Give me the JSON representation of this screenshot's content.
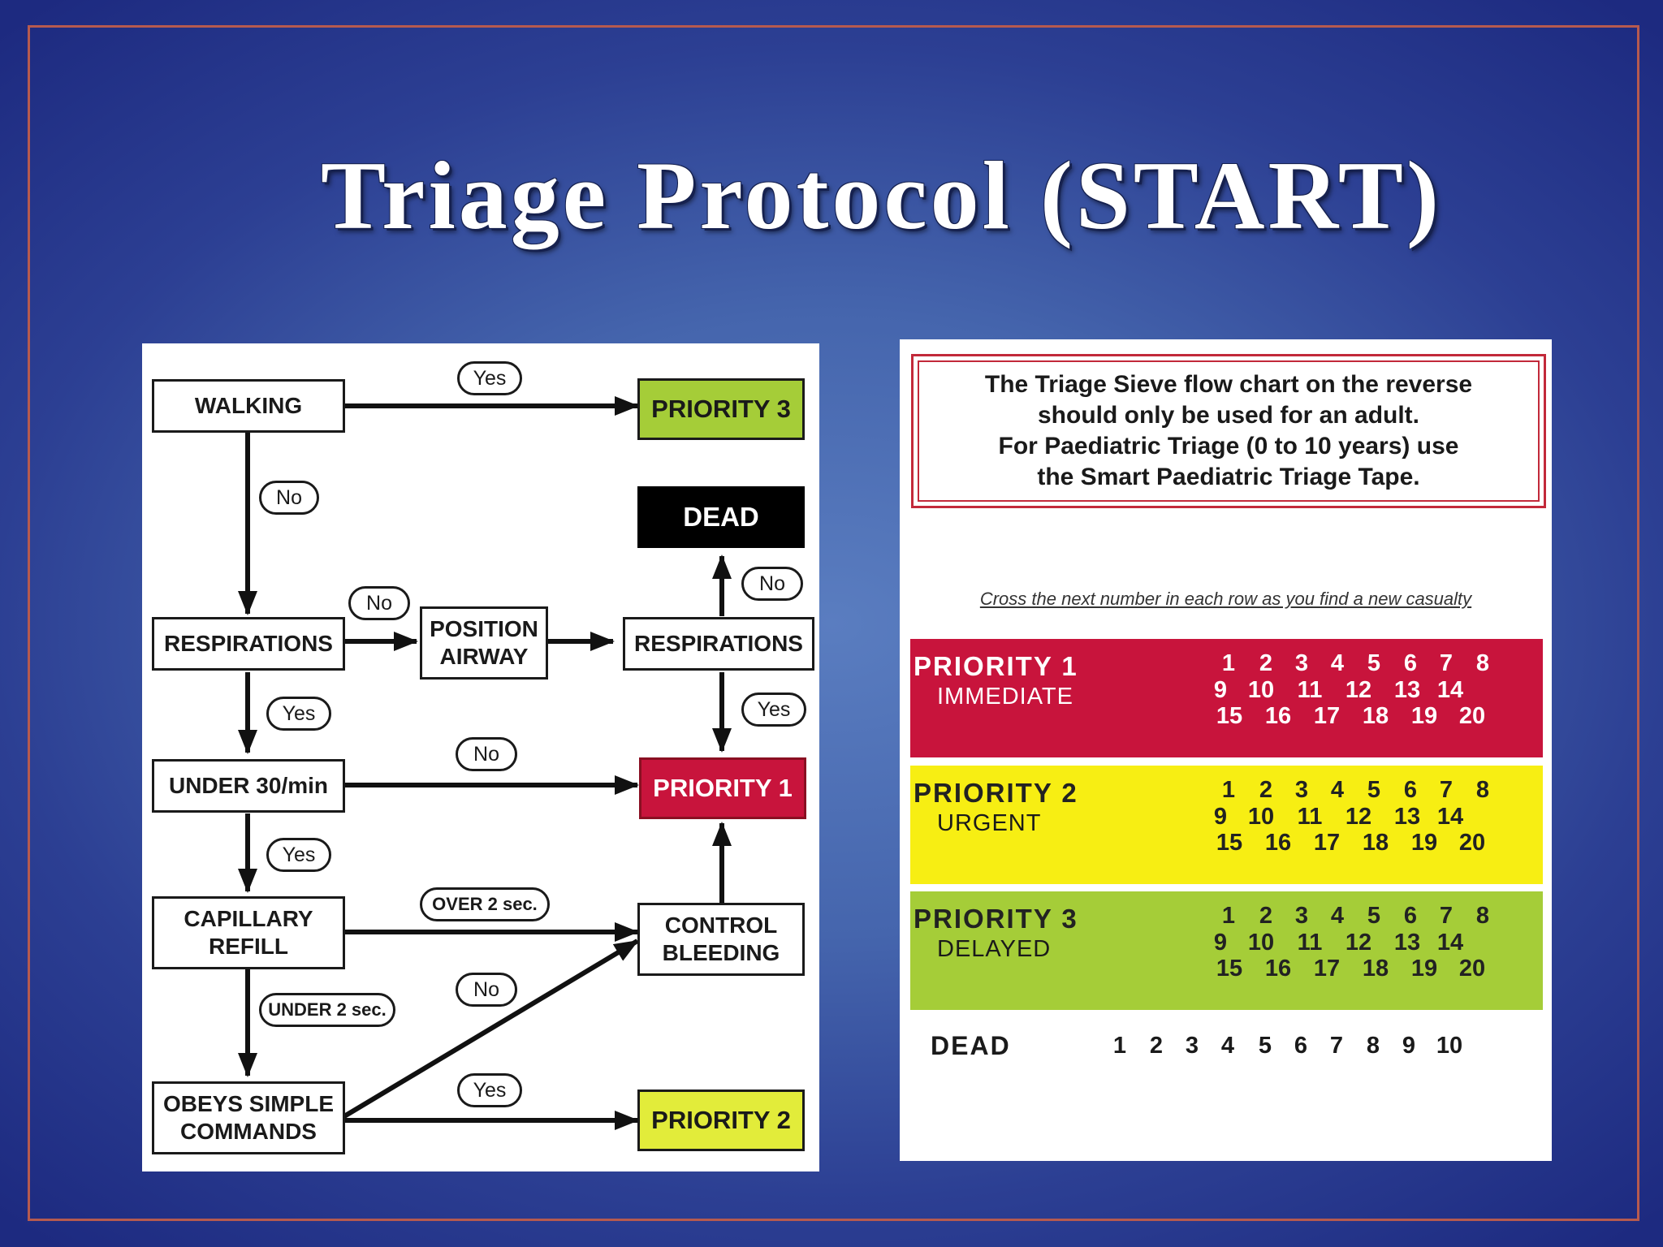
{
  "slide": {
    "title": "Triage Protocol (START)",
    "colors": {
      "background": "#3c56a3",
      "frame": "#b65a4f",
      "priority1": "#c8143c",
      "priority2": "#f7ee13",
      "priority3": "#a5cd38",
      "dead": "#000000"
    }
  },
  "flowchart": {
    "nodes": {
      "walking": "WALKING",
      "respirations": "RESPIRATIONS",
      "position_airway": "POSITION\nAIRWAY",
      "respirations_after": "RESPIRATIONS",
      "under_30": "UNDER 30/min",
      "capillary_refill": "CAPILLARY\nREFILL",
      "obeys_commands": "OBEYS SIMPLE\nCOMMANDS",
      "control_bleeding": "CONTROL\nBLEEDING",
      "priority_3": "PRIORITY 3",
      "dead": "DEAD",
      "priority_1": "PRIORITY 1",
      "priority_2": "PRIORITY 2"
    },
    "edge_labels": {
      "walking_yes": "Yes",
      "walking_no": "No",
      "respirations_no": "No",
      "respirations_after_no": "No",
      "respirations_after_yes": "Yes",
      "respirations_yes": "Yes",
      "under_30_no": "No",
      "under_30_yes": "Yes",
      "capillary_over": "OVER 2 sec.",
      "capillary_under": "UNDER 2 sec.",
      "obeys_no": "No",
      "obeys_yes": "Yes"
    }
  },
  "sieve": {
    "notice": [
      "The Triage Sieve flow chart on the reverse",
      "should only be used for an adult.",
      "For Paediatric Triage (0 to 10 years) use",
      "the Smart Paediatric Triage Tape."
    ],
    "instruction": "Cross the next number in each row as you find a new casualty",
    "priorities": [
      {
        "label": "PRIORITY  1",
        "sub": "IMMEDIATE",
        "color": "#c8143c"
      },
      {
        "label": "PRIORITY  2",
        "sub": "URGENT",
        "color": "#f7ee13"
      },
      {
        "label": "PRIORITY  3",
        "sub": "DELAYED",
        "color": "#a5cd38"
      }
    ],
    "number_rows": [
      [
        "1",
        "2",
        "3",
        "4",
        "5",
        "6",
        "7",
        "8"
      ],
      [
        "9",
        "10",
        "11",
        "12",
        "13",
        "14"
      ],
      [
        "15",
        "16",
        "17",
        "18",
        "19",
        "20"
      ]
    ],
    "dead": {
      "label": "DEAD",
      "numbers": [
        "1",
        "2",
        "3",
        "4",
        "5",
        "6",
        "7",
        "8",
        "9",
        "10"
      ]
    }
  }
}
